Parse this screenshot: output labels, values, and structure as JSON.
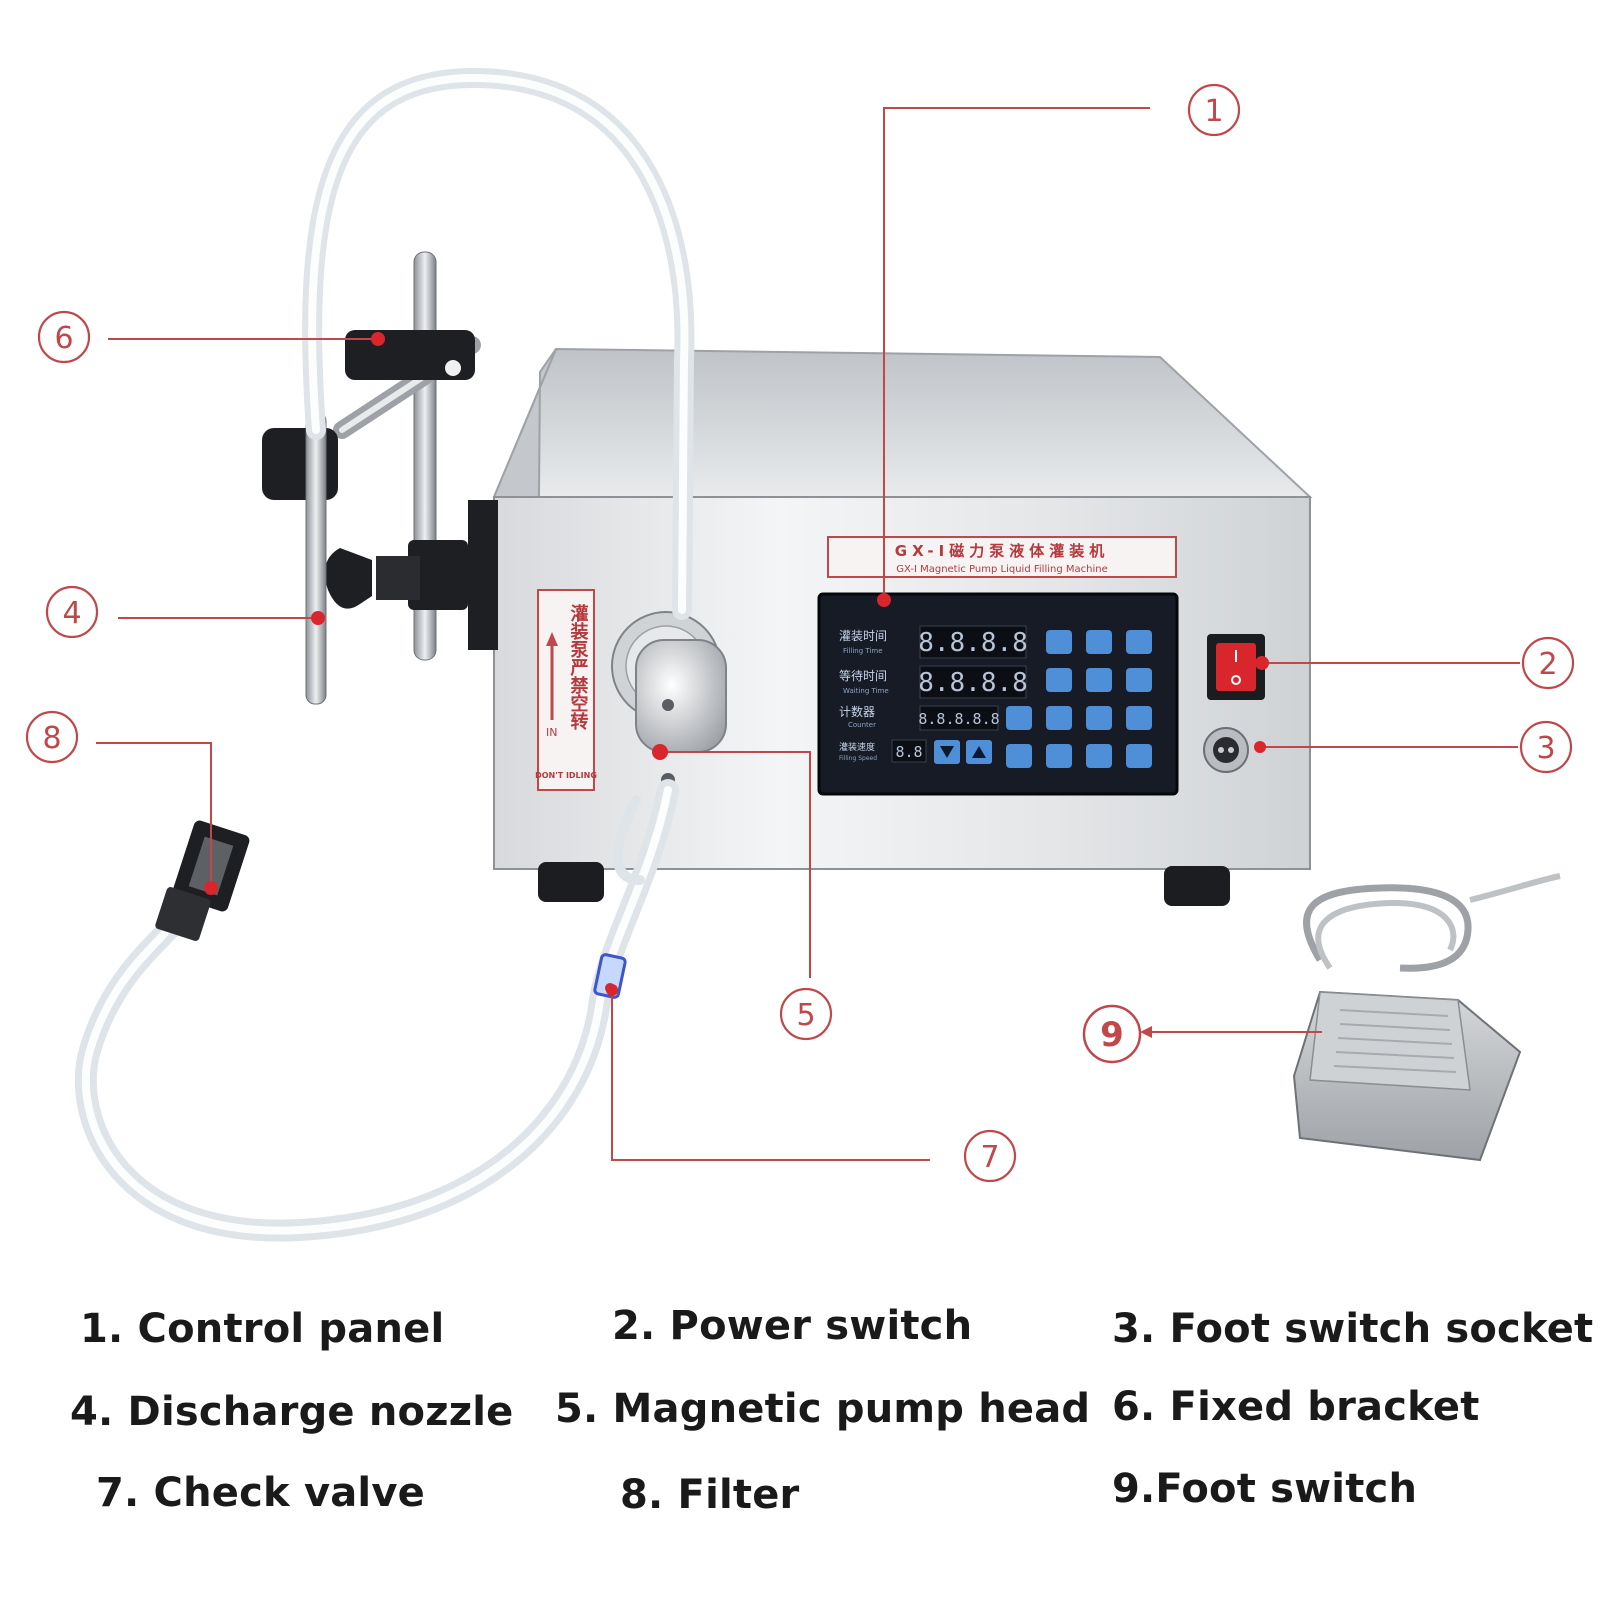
{
  "machine": {
    "nameplate": "GX-I磁力泵液体灌装机",
    "nameplate_en": "GX-I Magnetic Pump Liquid Filling Machine",
    "warning_cn": "灌装泵严禁空转",
    "warning_in": "IN",
    "warning_en": "DON'T IDLING",
    "panel": {
      "row1_cn": "灌装时间",
      "row1_en": "Filling Time",
      "row1_value": "8.8.8.8",
      "row2_cn": "等待时间",
      "row2_en": "Waiting Time",
      "row2_value": "8.8.8.8",
      "row3_cn": "计数器",
      "row3_en": "Counter",
      "row3_value": "8.8.8.8.8",
      "row4_cn": "灌装速度",
      "row4_en": "Filling Speed",
      "row4_value": "8.8"
    }
  },
  "callouts": [
    "1",
    "2",
    "3",
    "4",
    "5",
    "6",
    "7",
    "8",
    "9"
  ],
  "legend": [
    "1. Control panel",
    "2. Power switch",
    "3. Foot switch socket",
    "4. Discharge nozzle",
    "5. Magnetic pump head",
    "6. Fixed bracket",
    "7. Check valve",
    "8. Filter",
    "9.Foot switch"
  ],
  "colors": {
    "callout": "#c0474a",
    "steel_light": "#e9eaec",
    "steel_dark": "#a8abb0",
    "panel_bg": "#161b26",
    "key_blue": "#4f8fd8",
    "switch_red": "#d8262c",
    "legend_text": "#1a1a1a"
  }
}
